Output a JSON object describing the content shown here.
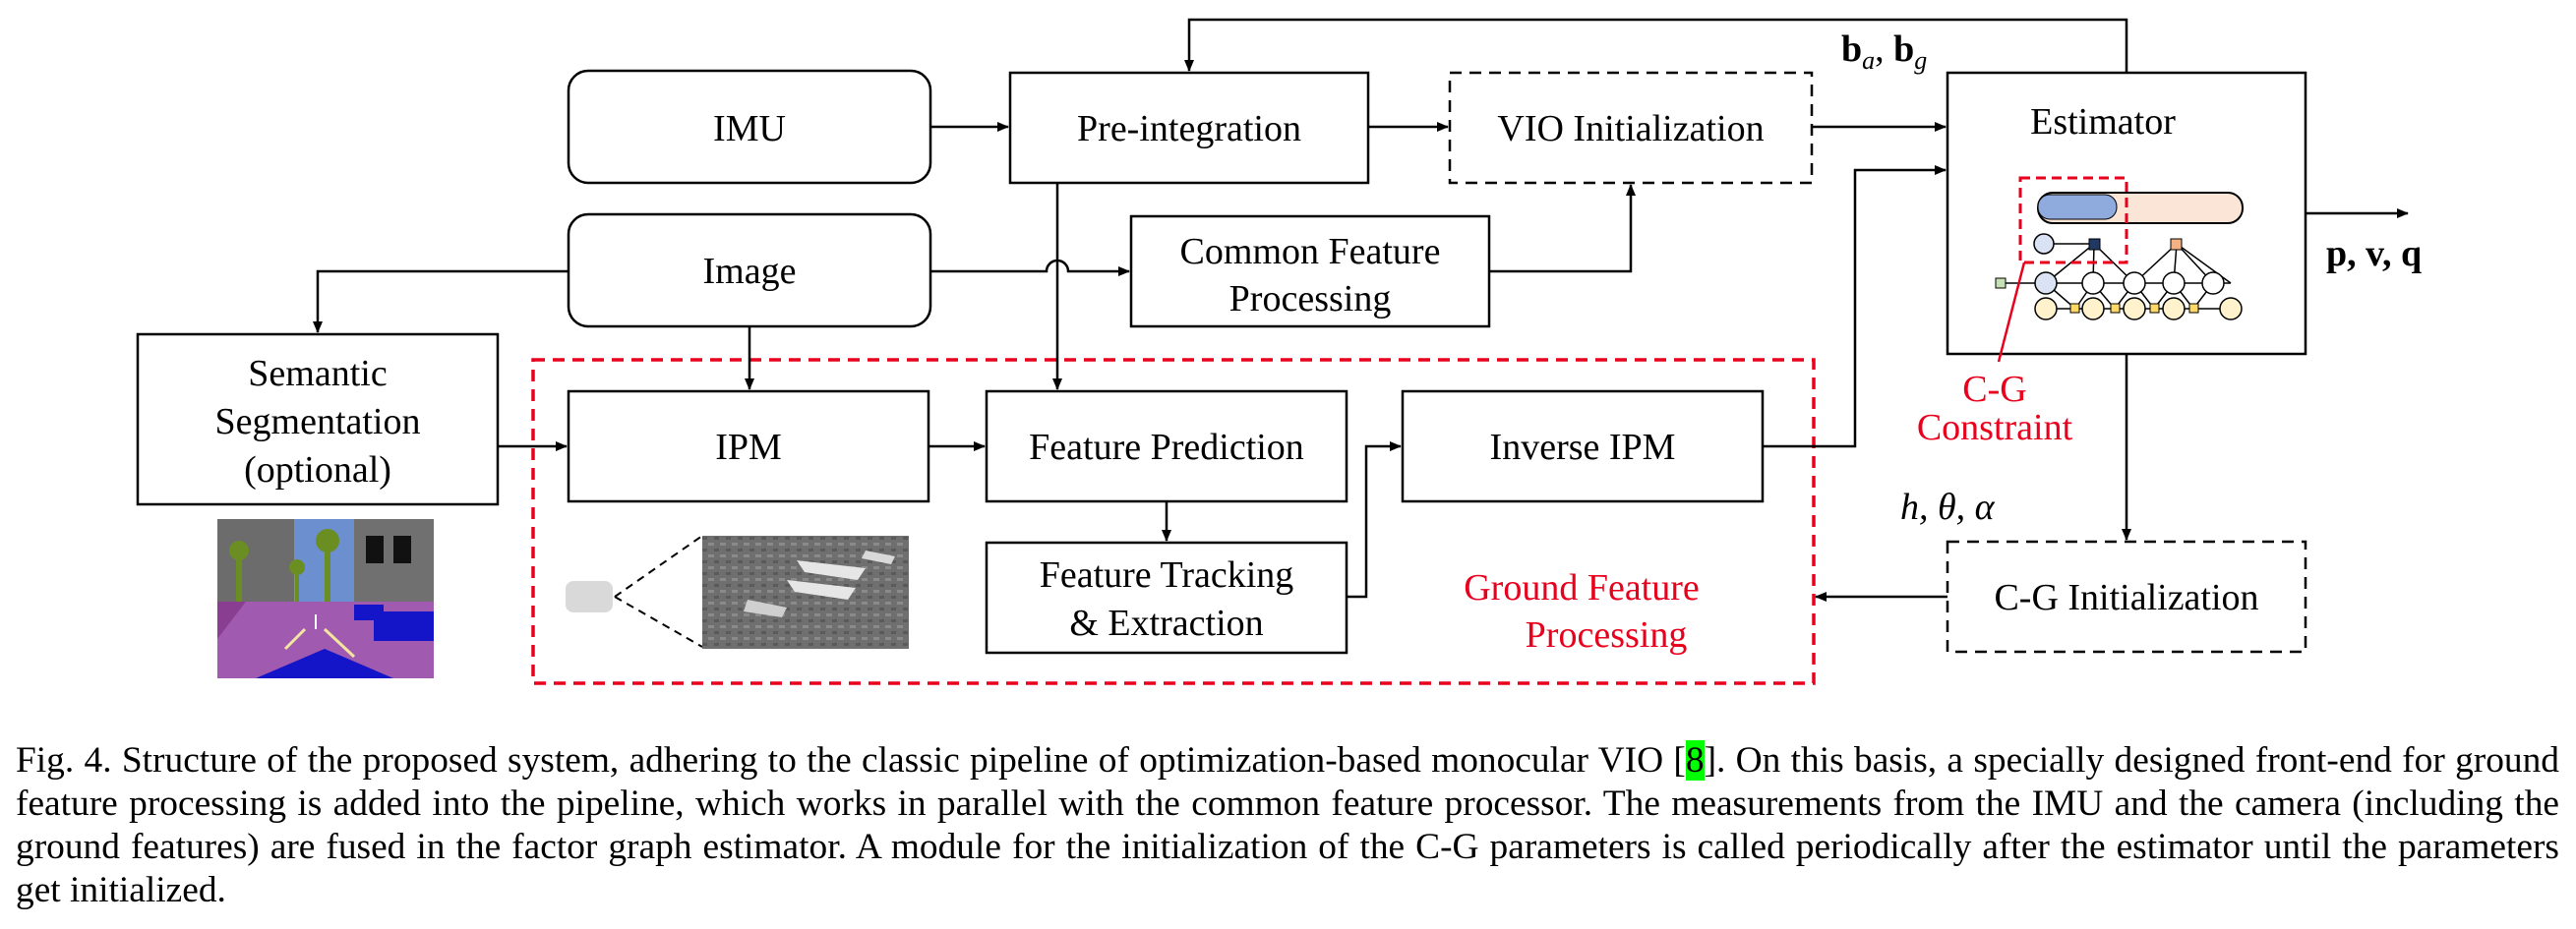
{
  "figure": {
    "blocks": {
      "imu": "IMU",
      "preintegration": "Pre-integration",
      "vio_initialization": "VIO Initialization",
      "estimator": "Estimator",
      "image": "Image",
      "common_feature_processing": [
        "Common Feature",
        "Processing"
      ],
      "semantic_segmentation": [
        "Semantic",
        "Segmentation",
        "(optional)"
      ],
      "ipm": "IPM",
      "feature_prediction": "Feature Prediction",
      "inverse_ipm": "Inverse IPM",
      "feature_tracking": [
        "Feature Tracking",
        "& Extraction"
      ],
      "cg_initialization": "C-G Initialization"
    },
    "labels": {
      "bias": "b",
      "bias_a": "a",
      "bias_g": "g",
      "output": "p, v, q",
      "cg_params": "h, θ, α",
      "cg_constraint": [
        "C-G",
        "Constraint"
      ],
      "ground_feature_processing": [
        "Ground Feature",
        "Processing"
      ]
    },
    "colors": {
      "black": "#000000",
      "red": "#e8001c",
      "blue_node": "#8faadc",
      "orange_node": "#fbe5d6",
      "yellow_node": "#fff2cc",
      "segmentation_road": "#a05ab0",
      "segmentation_sky": "#6c8fcf"
    }
  },
  "caption": {
    "prefix": "Fig. 4.  Structure of the proposed system, adhering to the classic pipeline of optimization-based monocular VIO [",
    "citation": "8",
    "suffix": "]. On this basis, a specially designed front-end for ground feature processing is added into the pipeline, which works in parallel with the common feature processor. The measurements from the IMU and the camera (including the ground features) are fused in the factor graph estimator. A module for the initialization of the C-G parameters is called periodically after the estimator until the parameters get initialized."
  }
}
